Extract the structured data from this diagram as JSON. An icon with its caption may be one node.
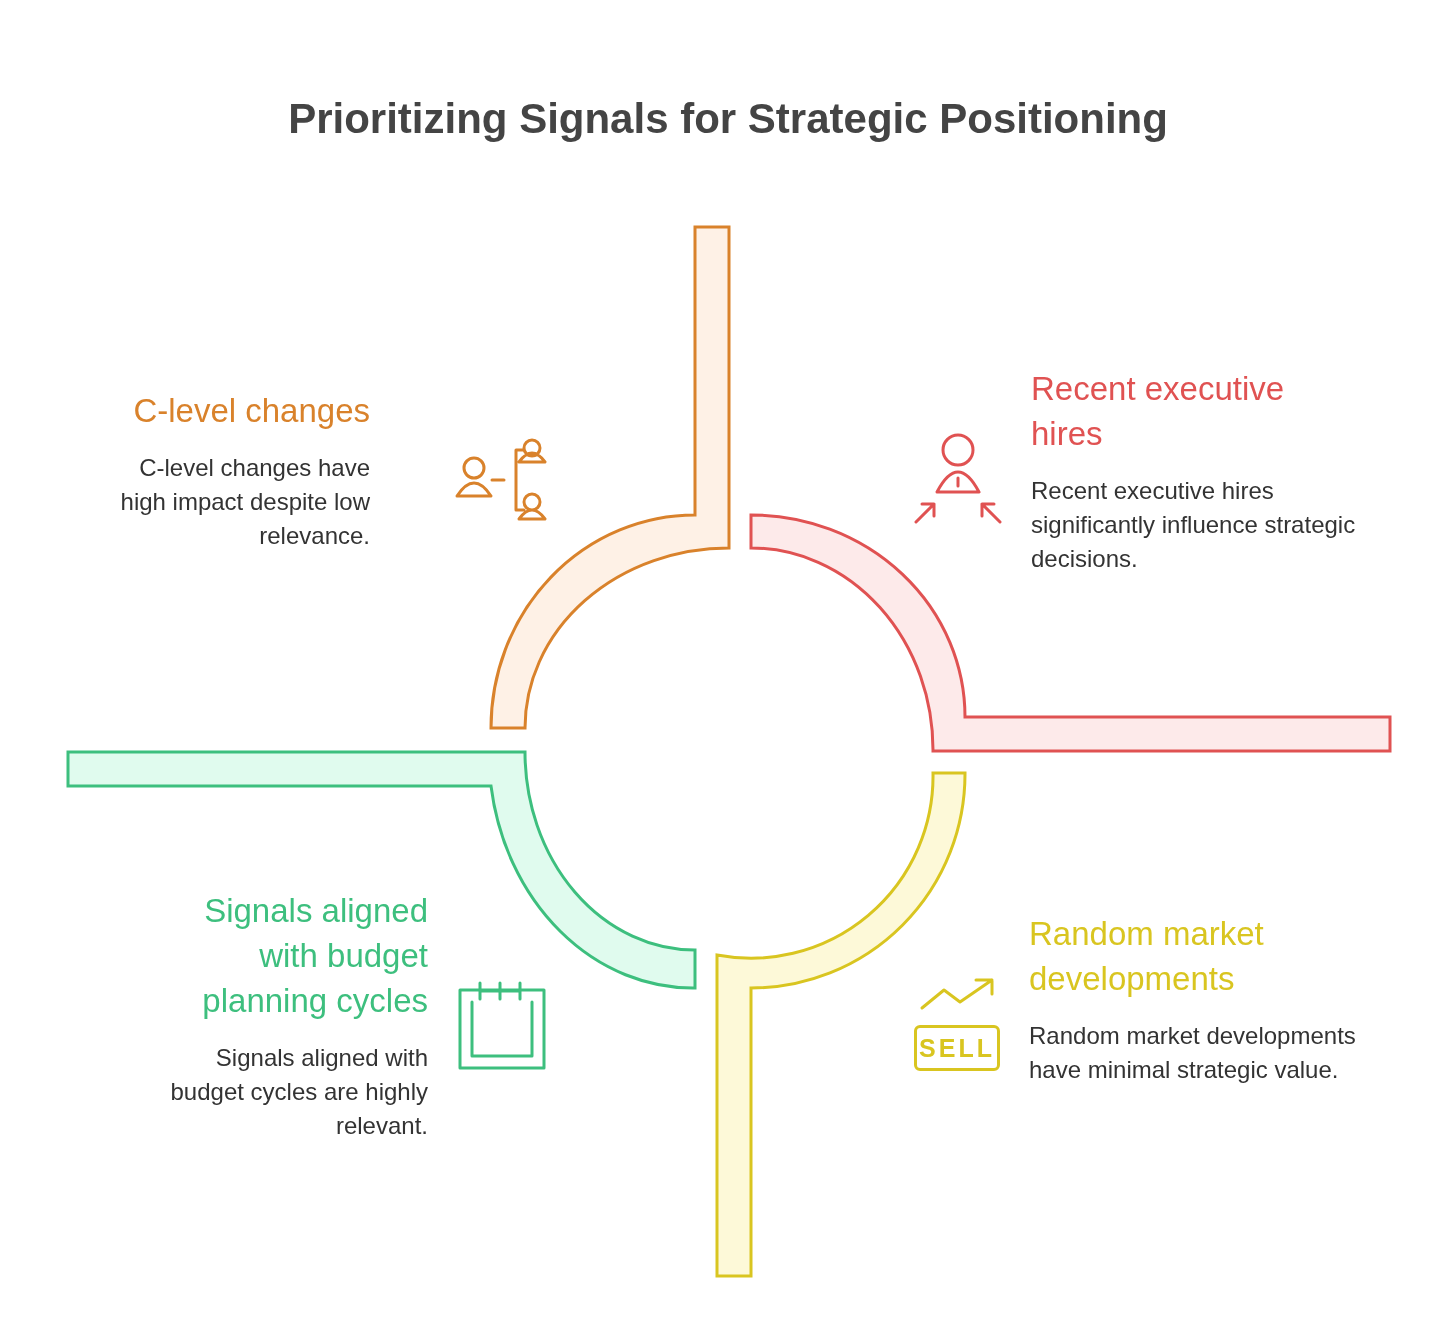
{
  "diagram": {
    "title": "Prioritizing Signals for Strategic Positioning",
    "nodes": [
      {
        "text": [
          "C-level changes",
          "C-level changes have high impact despite low relevance."
        ]
      },
      {
        "text": [
          "Recent executive hires",
          "Recent executive hires significantly influence strategic decisions."
        ]
      },
      {
        "text": [
          "Signals aligned with budget planning cycles",
          "Signals aligned with budget cycles are highly relevant."
        ]
      },
      {
        "text": [
          "Random market developments",
          "Random market developments have minimal strategic value."
        ]
      }
    ],
    "edges": [],
    "labels": [
      "SELL"
    ]
  }
}
